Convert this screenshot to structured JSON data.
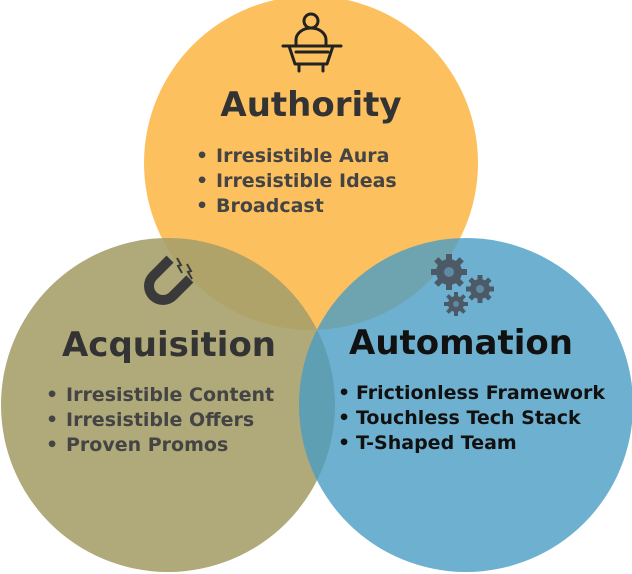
{
  "diagram": {
    "circles": [
      {
        "id": "authority",
        "title": "Authority",
        "icon": "speaker-podium-icon",
        "fill": "#FDB94E",
        "title_color": "#333333",
        "text_color": "#444444",
        "items": [
          "Irresistible Aura",
          "Irresistible Ideas",
          "Broadcast"
        ]
      },
      {
        "id": "acquisition",
        "title": "Acquisition",
        "icon": "magnet-icon",
        "fill": "#A7A06A",
        "title_color": "#333333",
        "text_color": "#444444",
        "items": [
          "Irresistible Content",
          "Irresistible Offers",
          "Proven Promos"
        ]
      },
      {
        "id": "automation",
        "title": "Automation",
        "icon": "gears-icon",
        "fill": "#4A9CC3",
        "title_color": "#111111",
        "text_color": "#111111",
        "items": [
          "Frictionless Framework",
          "Touchless Tech Stack",
          "T-Shaped Team"
        ]
      }
    ],
    "bullet_char": "•"
  }
}
